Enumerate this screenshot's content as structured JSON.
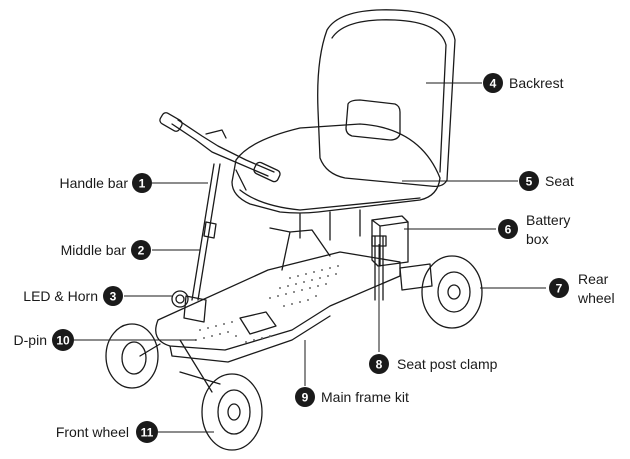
{
  "title": "Mobility scooter parts diagram",
  "colors": {
    "line": "#1a1a1a",
    "badge": "#1a1a1a",
    "badge_text": "#ffffff"
  },
  "parts": [
    {
      "number": "1",
      "label": "Handle bar"
    },
    {
      "number": "2",
      "label": "Middle bar"
    },
    {
      "number": "3",
      "label": "LED & Horn"
    },
    {
      "number": "4",
      "label": "Backrest"
    },
    {
      "number": "5",
      "label": "Seat"
    },
    {
      "number": "6",
      "label": "Battery box",
      "label_lines": [
        "Battery",
        "box"
      ]
    },
    {
      "number": "7",
      "label": "Rear wheel",
      "label_lines": [
        "Rear",
        "wheel"
      ]
    },
    {
      "number": "8",
      "label": "Seat post clamp"
    },
    {
      "number": "9",
      "label": "Main frame kit"
    },
    {
      "number": "10",
      "label": "D-pin"
    },
    {
      "number": "11",
      "label": "Front wheel"
    }
  ]
}
